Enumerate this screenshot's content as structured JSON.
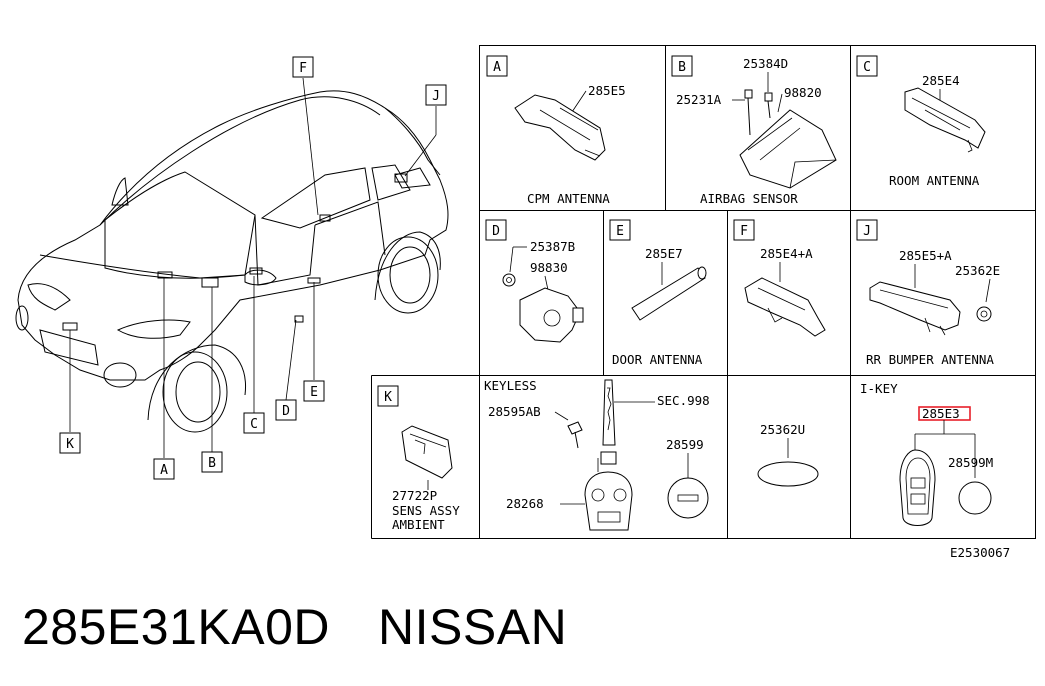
{
  "car_callouts": [
    "F",
    "J",
    "K",
    "A",
    "B",
    "C",
    "D",
    "E"
  ],
  "panels": {
    "A": {
      "letter": "A",
      "part": "285E5",
      "title": "CPM ANTENNA"
    },
    "B": {
      "letter": "B",
      "parts": [
        "25384D",
        "25231A",
        "98820"
      ],
      "title": "AIRBAG SENSOR"
    },
    "C": {
      "letter": "C",
      "part": "285E4",
      "title": "ROOM ANTENNA"
    },
    "D": {
      "letter": "D",
      "parts": [
        "25387B",
        "98830"
      ]
    },
    "E": {
      "letter": "E",
      "part": "285E7",
      "title": "DOOR ANTENNA"
    },
    "F": {
      "letter": "F",
      "part": "285E4+A"
    },
    "J": {
      "letter": "J",
      "parts": [
        "285E5+A",
        "25362E"
      ],
      "title": "RR  BUMPER ANTENNA"
    },
    "K": {
      "letter": "K",
      "part": "27722P",
      "title_lines": [
        "SENS ASSY",
        "AMBIENT"
      ]
    },
    "keyless": {
      "header": "KEYLESS",
      "parts": [
        "28595AB",
        "SEC.998",
        "28599",
        "28268"
      ]
    },
    "misc": {
      "part": "25362U"
    },
    "ikey": {
      "header": "I-KEY",
      "highlighted_part": "285E3",
      "part": "28599M"
    }
  },
  "diagram_code": "E2530067",
  "caption": {
    "part_number": "285E31KA0D",
    "brand": "NISSAN"
  },
  "colors": {
    "highlight": "#e8202a",
    "line": "#000000"
  }
}
